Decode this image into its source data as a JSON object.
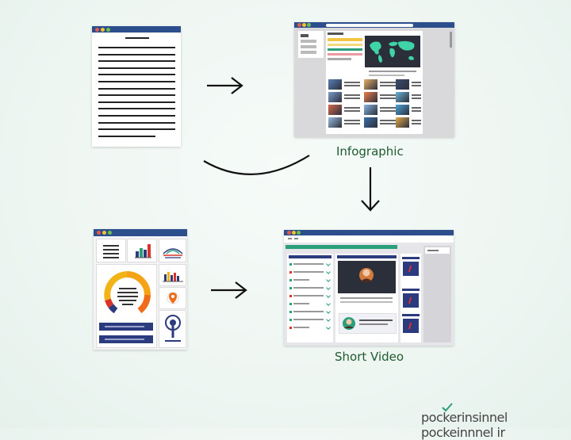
{
  "captions": {
    "infographic": "Infographic",
    "short_video": "Short Video"
  },
  "watermark": {
    "text": "pockerinsinnel pockeinnnel ir"
  },
  "colors": {
    "titlebar": "#2d4e8c",
    "caption_green": "#1f5b2f",
    "accent_teal": "#2aa07a",
    "navy": "#2c3a7e",
    "yellow": "#f2b316",
    "orange": "#ef6c1a",
    "red": "#d9332a"
  },
  "icons": [
    "arrow-right-icon",
    "arrow-down-icon",
    "curved-arrow-icon",
    "check-icon",
    "world-map-icon",
    "bar-chart-icon",
    "donut-chart-icon",
    "podcast-mic-icon",
    "video-player-icon"
  ]
}
